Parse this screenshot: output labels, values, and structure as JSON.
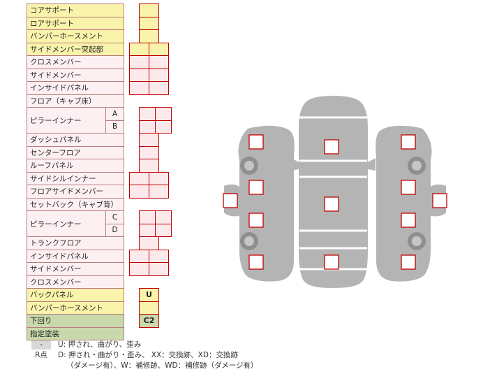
{
  "table": {
    "rows": [
      {
        "label": "コアサポート",
        "color": "yellow",
        "cells": 1,
        "value": ""
      },
      {
        "label": "ロアサポート",
        "color": "yellow",
        "cells": 1,
        "value": ""
      },
      {
        "label": "バンパーホースメント",
        "color": "yellow",
        "cells": 1,
        "value": ""
      },
      {
        "label": "サイドメンバー突起部",
        "color": "yellow",
        "cells": 2,
        "value": ""
      },
      {
        "label": "クロスメンバー",
        "color": "pink",
        "cells": 2,
        "value": ""
      },
      {
        "label": "サイドメンバー",
        "color": "pink",
        "cells": 2,
        "value": ""
      },
      {
        "label": "インサイドパネル",
        "color": "pink",
        "cells": 2,
        "value": ""
      },
      {
        "label": "フロア（キャブ床）",
        "color": "pink",
        "cells": 0,
        "value": ""
      },
      {
        "label": "ピラーインナー",
        "sub": "A",
        "color": "pink",
        "cells": 2,
        "value": ""
      },
      {
        "label": "ピラーインナー",
        "sub": "B",
        "color": "pink",
        "cells": 2,
        "value": ""
      },
      {
        "label": "ダッシュパネル",
        "color": "pink",
        "cells": 1,
        "value": ""
      },
      {
        "label": "センターフロア",
        "color": "pink",
        "cells": 1,
        "value": ""
      },
      {
        "label": "ルーフパネル",
        "color": "pink",
        "cells": 1,
        "value": ""
      },
      {
        "label": "サイドシルインナー",
        "color": "pink",
        "cells": 2,
        "value": ""
      },
      {
        "label": "フロアサイドメンバー",
        "color": "pink",
        "cells": 2,
        "value": ""
      },
      {
        "label": "セットバック（キャブ背）",
        "color": "pink",
        "cells": 0,
        "value": ""
      },
      {
        "label": "ピラーインナー",
        "sub": "C",
        "color": "pink",
        "cells": 2,
        "value": ""
      },
      {
        "label": "ピラーインナー",
        "sub": "D",
        "color": "pink",
        "cells": 2,
        "value": ""
      },
      {
        "label": "トランクフロア",
        "color": "pink",
        "cells": 1,
        "value": ""
      },
      {
        "label": "インサイドパネル",
        "color": "pink",
        "cells": 2,
        "value": ""
      },
      {
        "label": "サイドメンバー",
        "color": "pink",
        "cells": 2,
        "value": ""
      },
      {
        "label": "クロスメンバー",
        "color": "pink",
        "cells": 0,
        "value": ""
      },
      {
        "label": "バックパネル",
        "color": "yellow",
        "cells": 1,
        "value": "U"
      },
      {
        "label": "バンパーホースメント",
        "color": "yellow",
        "cells": 1,
        "value": ""
      },
      {
        "label": "下回り",
        "color": "green",
        "cells": 1,
        "value": "C2"
      },
      {
        "label": "指定塗装",
        "color": "green",
        "cells": 0,
        "value": ""
      }
    ]
  },
  "legend": {
    "key1": "-",
    "text1": "U: 押され、曲がり、歪み",
    "key2": "R点",
    "text2": "D: 押され・曲がり・歪み、 XX：交換跡、XD：交換跡",
    "text3": "（ダメージ有）、W：補修跡、WD：補修跡（ダメージ有）"
  },
  "colors": {
    "yellow": "#f9f3ab",
    "pink": "#fdf0f2",
    "green": "#c9d9ab",
    "grid_border": "#b97c7c",
    "cell_border": "#c00000",
    "car_body": "#b4b4b4",
    "marker_fill": "#ffffff"
  },
  "diagram": {
    "views": [
      "left-side-view",
      "top-view",
      "right-side-view"
    ],
    "marker_count": 13,
    "wheel_count": 4
  }
}
